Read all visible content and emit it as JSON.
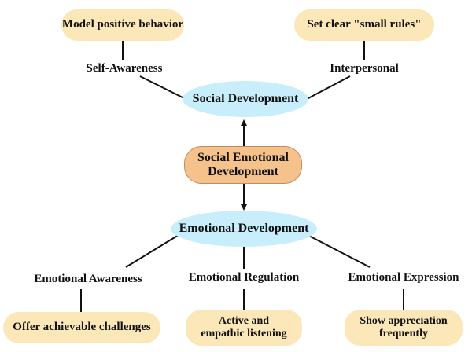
{
  "colors": {
    "leaf_fill": "#fbe7b8",
    "branch_fill": "#c8eefb",
    "core_fill": "#f5c28c",
    "line": "#111111"
  },
  "center": {
    "label": "Social Emotional\nDevelopment"
  },
  "social": {
    "label": "Social Development",
    "left_edge_label": "Self-Awareness",
    "right_edge_label": "Interpersonal",
    "left_leaf": "Model positive behavior",
    "right_leaf": "Set clear \"small rules\""
  },
  "emotional": {
    "label": "Emotional Development",
    "left_edge_label": "Emotional Awareness",
    "middle_edge_label": "Emotional Regulation",
    "right_edge_label": "Emotional Expression",
    "left_leaf": "Offer achievable challenges",
    "middle_leaf": "Active and\nempathic listening",
    "right_leaf": "Show appreciation\nfrequently"
  }
}
